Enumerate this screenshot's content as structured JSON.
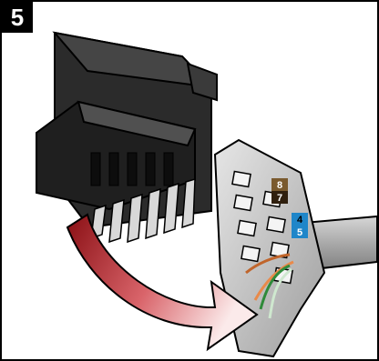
{
  "step": {
    "number": "5"
  },
  "labels": {
    "pair_brown": [
      "8",
      "7"
    ],
    "pair_blue": [
      "4",
      "5"
    ]
  },
  "colors": {
    "connector_body": "#2b2b2b",
    "connector_top": "#3c3c3c",
    "housing": "#b9b9b9",
    "cable": "#9b9b9b",
    "arrow_start": "#8a0f14",
    "arrow_end": "#fbeaea",
    "label_brown": "#7a5a2e",
    "label_blue": "#1f86c9"
  }
}
